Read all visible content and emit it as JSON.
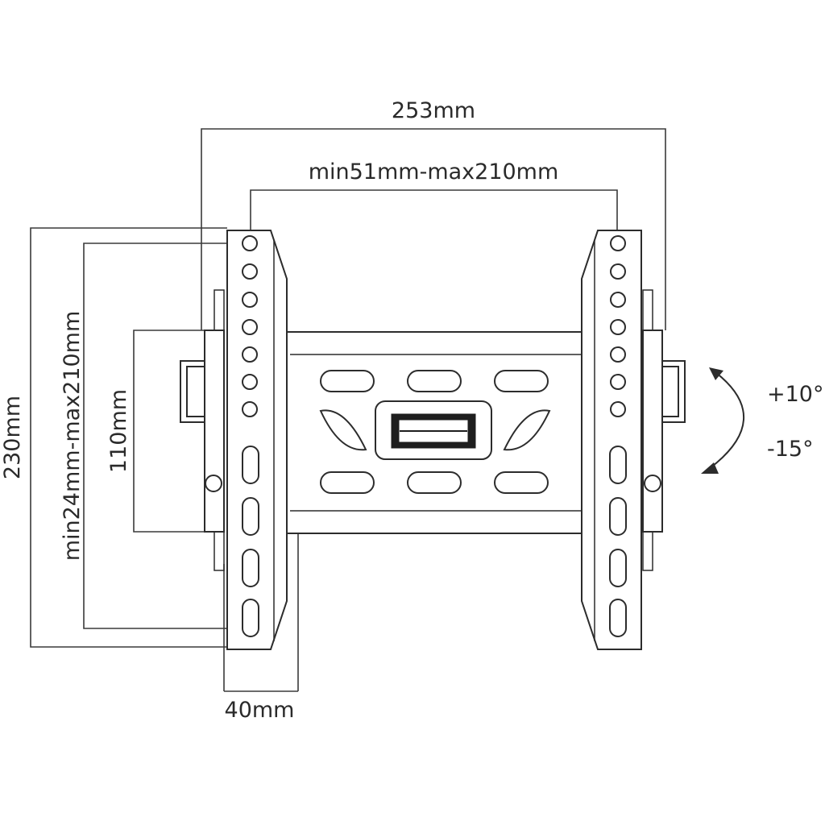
{
  "diagram": {
    "dimensions": {
      "overall_width": "253mm",
      "vesa_horizontal": "min51mm-max210mm",
      "overall_height": "230mm",
      "vesa_vertical": "min24mm-max210mm",
      "wall_plate_height": "110mm",
      "depth": "40mm"
    },
    "tilt": {
      "up": "+10°",
      "down": "-15°"
    }
  }
}
